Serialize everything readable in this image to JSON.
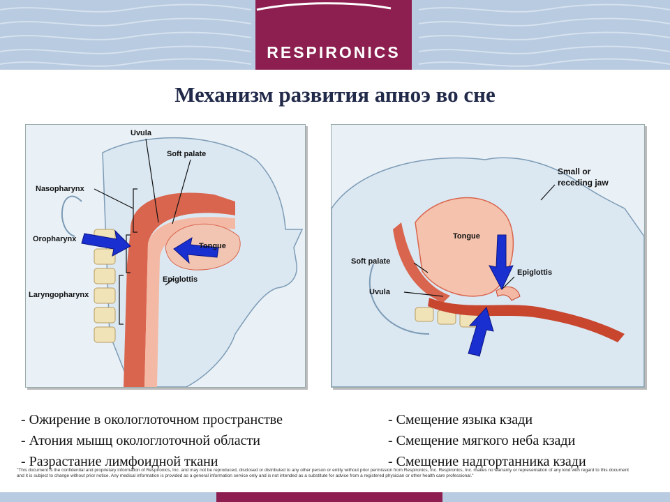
{
  "header": {
    "brand": "RESPIRONICS"
  },
  "slide": {
    "title": "Механизм развития апноэ во сне"
  },
  "left_figure": {
    "labels": {
      "uvula": "Uvula",
      "soft_palate": "Soft palate",
      "nasopharynx": "Nasopharynx",
      "oropharynx": "Oropharynx",
      "tongue": "Tongue",
      "epiglottis": "Epiglottis",
      "laryngopharynx": "Laryngopharynx"
    }
  },
  "right_figure": {
    "labels": {
      "jaw_line1": "Small or",
      "jaw_line2": "receding jaw",
      "tongue": "Tongue",
      "soft_palate": "Soft palate",
      "epiglottis": "Epiglottis",
      "uvula": "Uvula"
    }
  },
  "bullets": {
    "left": [
      "- Ожирение в окологлоточном пространстве",
      "- Атония мышц окологлоточной области",
      "- Разрастание лимфоидной ткани"
    ],
    "right": [
      "- Смещение языка кзади",
      "- Смещение мягкого неба кзади",
      "- Смещение надгортанника кзади"
    ]
  },
  "disclaimer": [
    "\"This document is the confidential and proprietary information of Respironics, Inc. and may not be reproduced, disclosed or distributed to any other person or entity without prior permission from Respironics, Inc. Respironics, Inc. makes no warranty or representation of any kind with regard to this document",
    "and it is subject to change without prior notice. Any medical information is provided as a general information service only and is not intended as a substitute for advice from a registered physician or other health care professional.\""
  ],
  "colors": {
    "brand": "#8c1f4f",
    "header_bg": "#b9cbe0",
    "arrow": "#1a2fd0",
    "airway": "#c8452e"
  }
}
